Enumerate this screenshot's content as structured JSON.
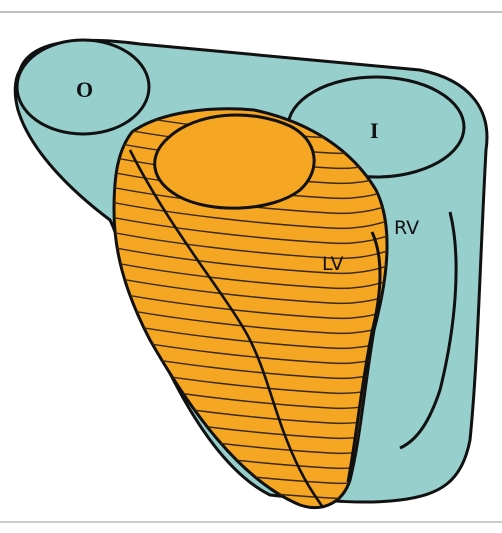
{
  "diagram": {
    "labels": {
      "outflow": "O",
      "inflow": "I",
      "right_ventricle": "RV",
      "left_ventricle": "LV"
    },
    "colors": {
      "right_ventricle_fill": "#96cfcc",
      "left_ventricle_fill": "#f5a623",
      "outline": "#111111",
      "band_line": "#3a2a10",
      "divider": "#9a9a9a"
    }
  }
}
